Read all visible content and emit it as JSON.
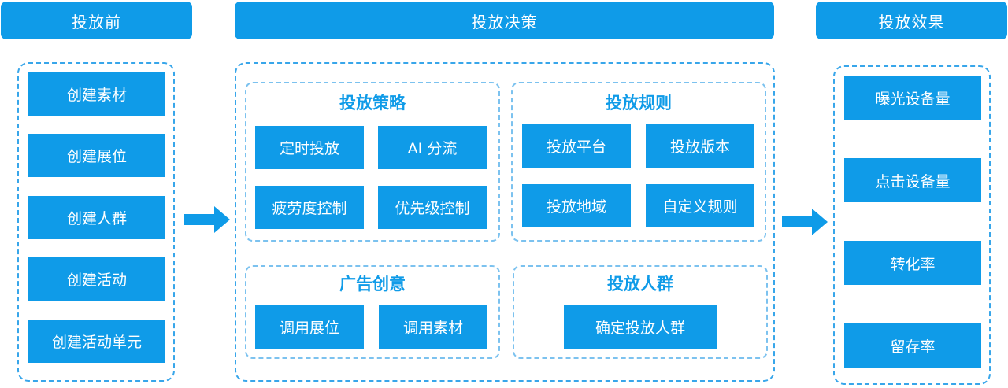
{
  "colors": {
    "primary": "#0f9be8",
    "dashed_border": "#38a6ea"
  },
  "before": {
    "title": "投放前",
    "items": [
      "创建素材",
      "创建展位",
      "创建人群",
      "创建活动",
      "创建活动单元"
    ]
  },
  "decision": {
    "title": "投放决策",
    "strategy": {
      "title": "投放策略",
      "items": [
        "定时投放",
        "AI 分流",
        "疲劳度控制",
        "优先级控制"
      ]
    },
    "rules": {
      "title": "投放规则",
      "items": [
        "投放平台",
        "投放版本",
        "投放地域",
        "自定义规则"
      ]
    },
    "creative": {
      "title": "广告创意",
      "items": [
        "调用展位",
        "调用素材"
      ]
    },
    "audience": {
      "title": "投放人群",
      "items": [
        "确定投放人群"
      ]
    }
  },
  "effect": {
    "title": "投放效果",
    "items": [
      "曝光设备量",
      "点击设备量",
      "转化率",
      "留存率"
    ]
  }
}
